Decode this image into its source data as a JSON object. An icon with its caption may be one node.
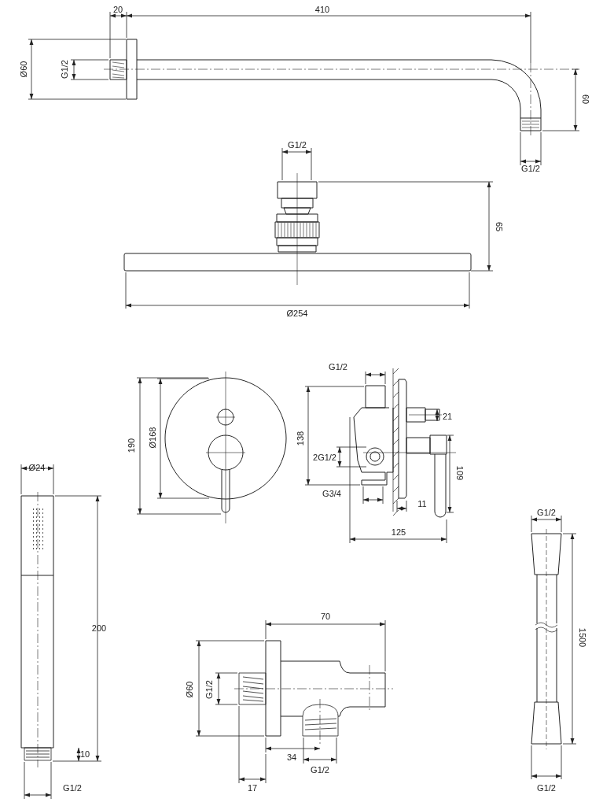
{
  "diagram": {
    "labels": [
      "20",
      "410",
      "Ø60",
      "G1/2",
      "60",
      "G1/2",
      "G1/2",
      "65",
      "Ø254",
      "G1/2",
      "190",
      "Ø168",
      "138",
      "21",
      "2G1/2",
      "109",
      "Ø24",
      "G3/4",
      "11",
      "G1/2",
      "125",
      "70",
      "200",
      "1500",
      "Ø60",
      "G1/2",
      "10",
      "34",
      "G1/2",
      "G1/2",
      "17",
      "G1/2"
    ]
  }
}
